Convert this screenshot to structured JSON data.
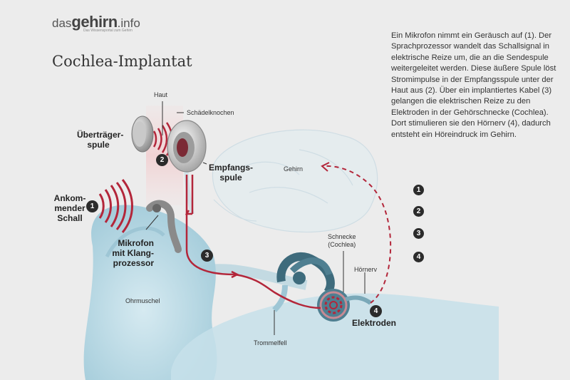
{
  "logo": {
    "part1": "das",
    "part2": "gehirn",
    "part3": ".info",
    "tagline": "Das Wissensportal zum Gehirn"
  },
  "title": "Cochlea-Implantat",
  "description": "Ein Mikrofon nimmt ein Geräusch auf (1). Der Sprachprozessor wandelt das Schallsignal in elektrische Reize um, die an die Sendespule weitergeleitet werden. Diese äußere Spule löst Stromimpulse in der Empfangsspule unter der Haut aus (2). Über ein implantiertes Kabel (3) gelangen die elektrischen Reize zu den Elektroden in der Gehörschnecke (Cochlea). Dort stimulieren sie den Hörnerv (4), dadurch entsteht ein Höreindruck im Gehirn.",
  "labels": {
    "haut": "Haut",
    "schaedelknochen": "Schädelknochen",
    "uebertraeger_line1": "Überträger-",
    "uebertraeger_line2": "spule",
    "empfangs_line1": "Empfangs-",
    "empfangs_line2": "spule",
    "gehirn": "Gehirn",
    "ankommender_line1": "Ankom-",
    "ankommender_line2": "mender",
    "ankommender_line3": "Schall",
    "mikrofon_line1": "Mikrofon",
    "mikrofon_line2": "mit Klang-",
    "mikrofon_line3": "prozessor",
    "schnecke_line1": "Schnecke",
    "schnecke_line2": "(Cochlea)",
    "hoernerv": "Hörnerv",
    "ohrmuschel": "Ohrmuschel",
    "elektroden": "Elektroden",
    "trommelfell": "Trommelfell"
  },
  "badges": [
    "1",
    "2",
    "3",
    "4"
  ],
  "legend_badges": [
    "1",
    "2",
    "3",
    "4"
  ],
  "colors": {
    "background": "#ececec",
    "accent_red": "#b3263a",
    "badge": "#2b2b2b",
    "ear_blue": "#bcdbe6",
    "text": "#333333"
  }
}
